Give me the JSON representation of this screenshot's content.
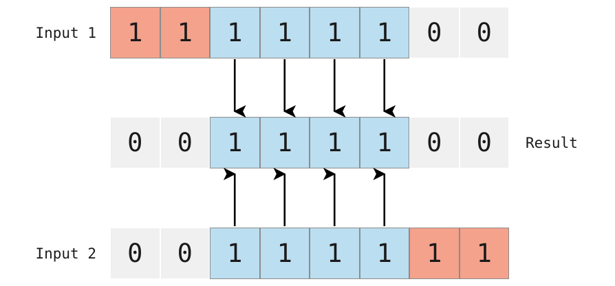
{
  "diagram": {
    "title": "bitwise-and-operation",
    "colors": {
      "match": "#bbdef0",
      "unmatch": "#f4a28c",
      "zero": "#f0f0f0",
      "border_strong": "#8c8c8c",
      "border_light": "#ffffff",
      "text": "#1a1a1a",
      "arrow": "#000000"
    },
    "rows": [
      {
        "id": "input1",
        "label": "Input 1",
        "label_side": "left",
        "bits": [
          {
            "value": "1",
            "state": "unmatch"
          },
          {
            "value": "1",
            "state": "unmatch"
          },
          {
            "value": "1",
            "state": "match"
          },
          {
            "value": "1",
            "state": "match"
          },
          {
            "value": "1",
            "state": "match"
          },
          {
            "value": "1",
            "state": "match"
          },
          {
            "value": "0",
            "state": "zero"
          },
          {
            "value": "0",
            "state": "zero"
          }
        ]
      },
      {
        "id": "result",
        "label": "Result",
        "label_side": "right",
        "bits": [
          {
            "value": "0",
            "state": "zero"
          },
          {
            "value": "0",
            "state": "zero"
          },
          {
            "value": "1",
            "state": "match"
          },
          {
            "value": "1",
            "state": "match"
          },
          {
            "value": "1",
            "state": "match"
          },
          {
            "value": "1",
            "state": "match"
          },
          {
            "value": "0",
            "state": "zero"
          },
          {
            "value": "0",
            "state": "zero"
          }
        ]
      },
      {
        "id": "input2",
        "label": "Input 2",
        "label_side": "left",
        "bits": [
          {
            "value": "0",
            "state": "zero"
          },
          {
            "value": "0",
            "state": "zero"
          },
          {
            "value": "1",
            "state": "match"
          },
          {
            "value": "1",
            "state": "match"
          },
          {
            "value": "1",
            "state": "match"
          },
          {
            "value": "1",
            "state": "match"
          },
          {
            "value": "1",
            "state": "unmatch"
          },
          {
            "value": "1",
            "state": "unmatch"
          }
        ]
      }
    ],
    "arrows": {
      "down_from_input1": [
        2,
        3,
        4,
        5
      ],
      "up_from_input2": [
        2,
        3,
        4,
        5
      ]
    }
  }
}
